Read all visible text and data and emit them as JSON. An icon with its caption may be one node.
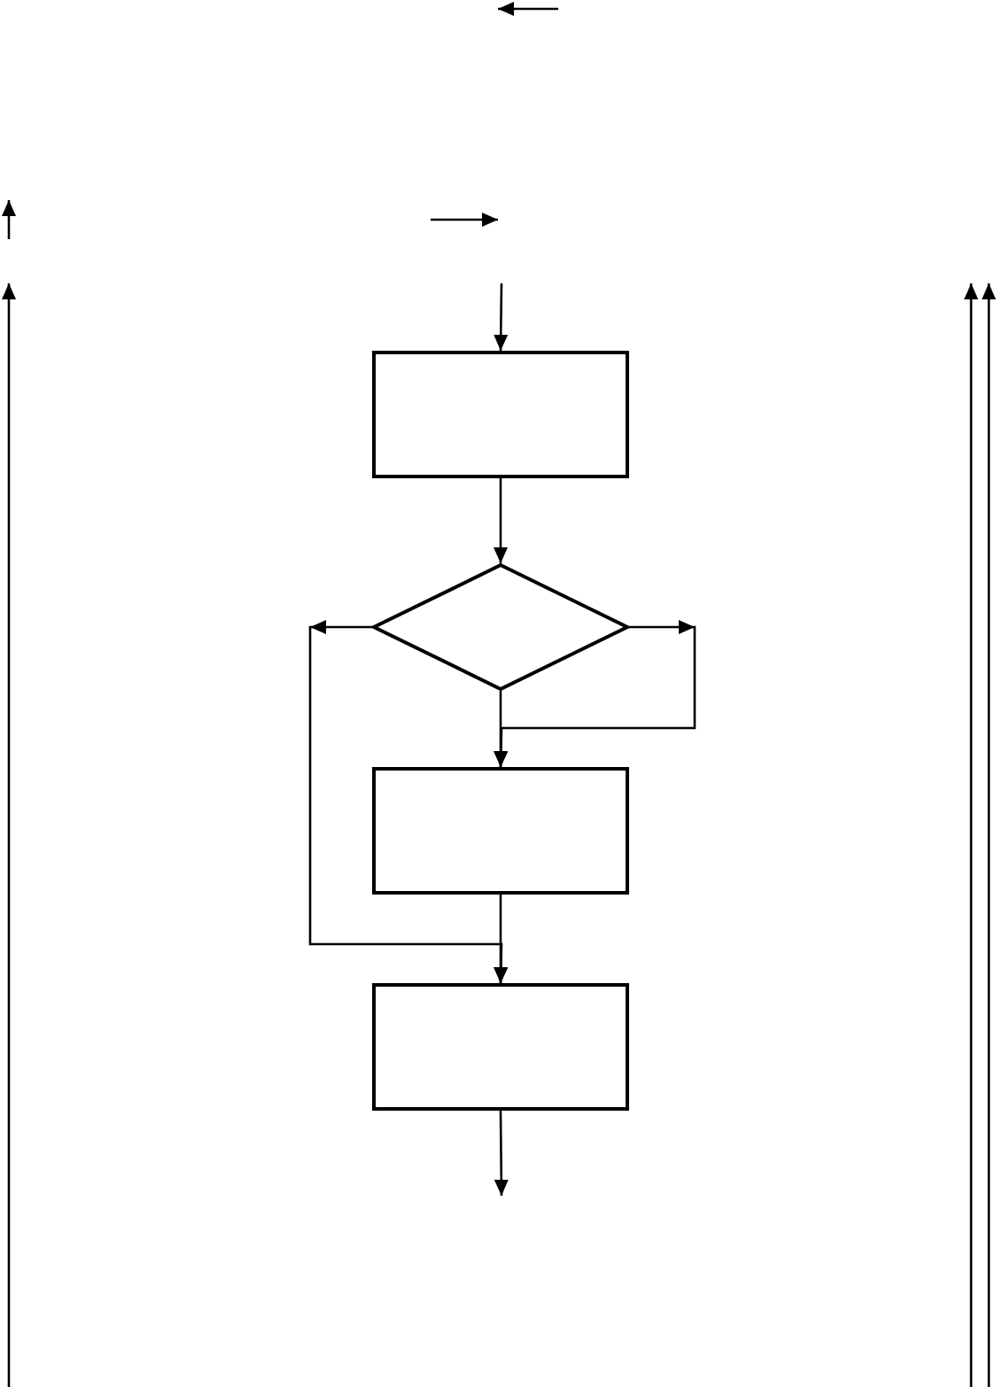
{
  "diagram": {
    "nodes": [
      {
        "text": [],
        "shape": "box"
      },
      {
        "text": [],
        "shape": "diamond"
      },
      {
        "text": [],
        "shape": "box"
      },
      {
        "text": [],
        "shape": "box"
      }
    ],
    "edges": [
      {
        "from": null,
        "to": 0,
        "arrow": "to"
      },
      {
        "from": 0,
        "to": 1,
        "arrow": "to"
      },
      {
        "from": 1,
        "to": 2,
        "arrow": "to"
      },
      {
        "from": 1,
        "to": 2,
        "arrow": "to"
      },
      {
        "from": 1,
        "to": 3,
        "arrow": "to"
      },
      {
        "from": 2,
        "to": 3,
        "arrow": "to"
      },
      {
        "from": 3,
        "to": null,
        "arrow": "to"
      }
    ]
  }
}
